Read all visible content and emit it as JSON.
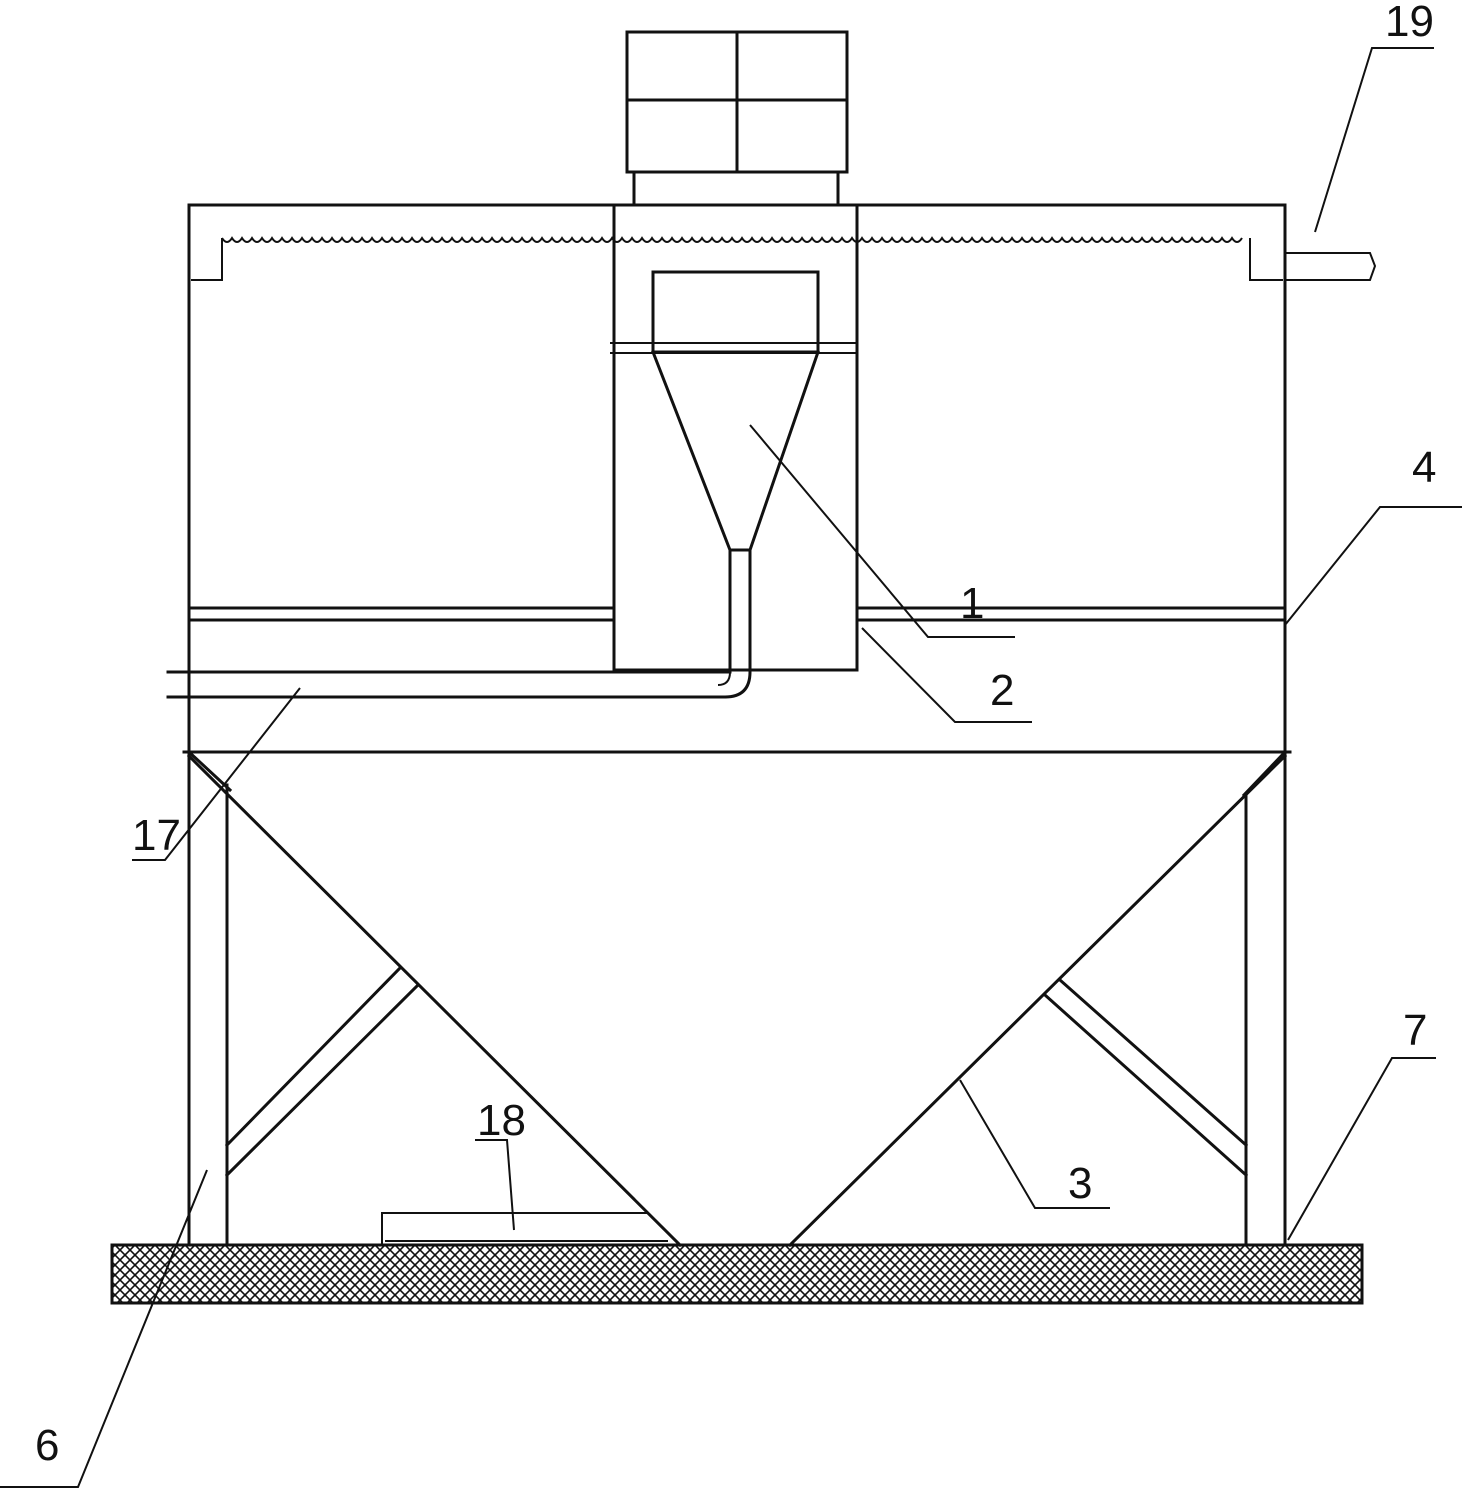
{
  "labels": {
    "l1": "1",
    "l2": "2",
    "l3": "3",
    "l4": "4",
    "l6": "6",
    "l7": "7",
    "l17": "17",
    "l18": "18",
    "l19": "19"
  },
  "colors": {
    "line": "#111111",
    "background": "#ffffff",
    "ground_hatch": "#111111"
  }
}
